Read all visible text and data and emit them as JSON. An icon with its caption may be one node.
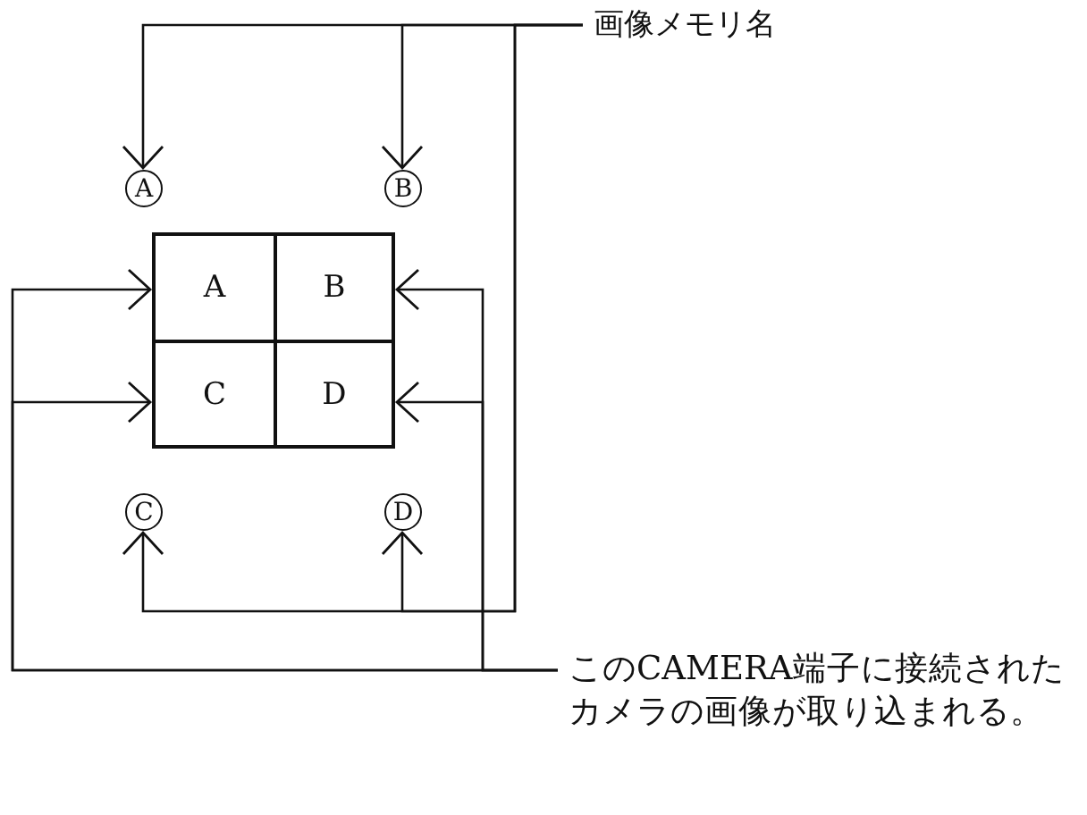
{
  "diagram": {
    "nodes": [
      {
        "text": [
          "画像メモリ名"
        ]
      },
      {
        "text": [
          "A"
        ]
      },
      {
        "text": [
          "B"
        ]
      },
      {
        "text": [],
        "shape": "box"
      },
      {
        "text": [
          "A"
        ],
        "in": 3
      },
      {
        "text": [
          "B"
        ],
        "in": 3
      },
      {
        "text": [
          "C"
        ],
        "in": 3
      },
      {
        "text": [
          "D"
        ],
        "in": 3
      },
      {
        "text": [
          "C"
        ]
      },
      {
        "text": [
          "D"
        ]
      },
      {
        "text": [
          "このCAMERA端子に接続されたカメラの画像が取り込まれる。"
        ]
      }
    ],
    "edges": [
      {
        "from": 0,
        "to": 1,
        "arrow": "to"
      },
      {
        "from": 0,
        "to": 2,
        "arrow": "to"
      },
      {
        "from": 0,
        "to": 8,
        "arrow": "to"
      },
      {
        "from": 0,
        "to": 9,
        "arrow": "to"
      },
      {
        "from": 10,
        "to": 4,
        "arrow": "to"
      },
      {
        "from": 10,
        "to": 6,
        "arrow": "to"
      },
      {
        "from": 10,
        "to": 5,
        "arrow": "to"
      },
      {
        "from": 10,
        "to": 7,
        "arrow": "to"
      }
    ]
  }
}
